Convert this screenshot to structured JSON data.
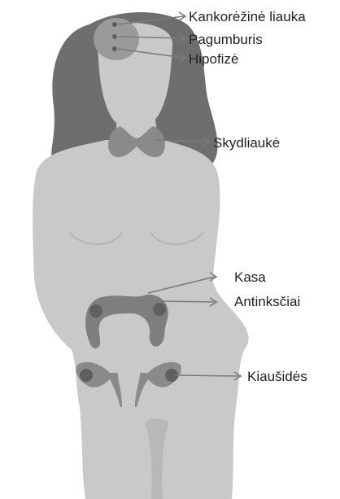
{
  "labels": {
    "pineal": "Kankorėžinė liauka",
    "hypothalamus": "Pagumburis",
    "pituitary": "Hipofizė",
    "thyroid": "Skydliaukė",
    "pancreas": "Kasa",
    "adrenals": "Antinksčiai",
    "ovaries": "Kiaušidės"
  },
  "colors": {
    "body": "#c9c9c9",
    "hair": "#6e6e6e",
    "organ": "#8a8a8a",
    "organ_dark": "#5f5f5f",
    "line": "#7a7a7a",
    "text": "#222222"
  }
}
